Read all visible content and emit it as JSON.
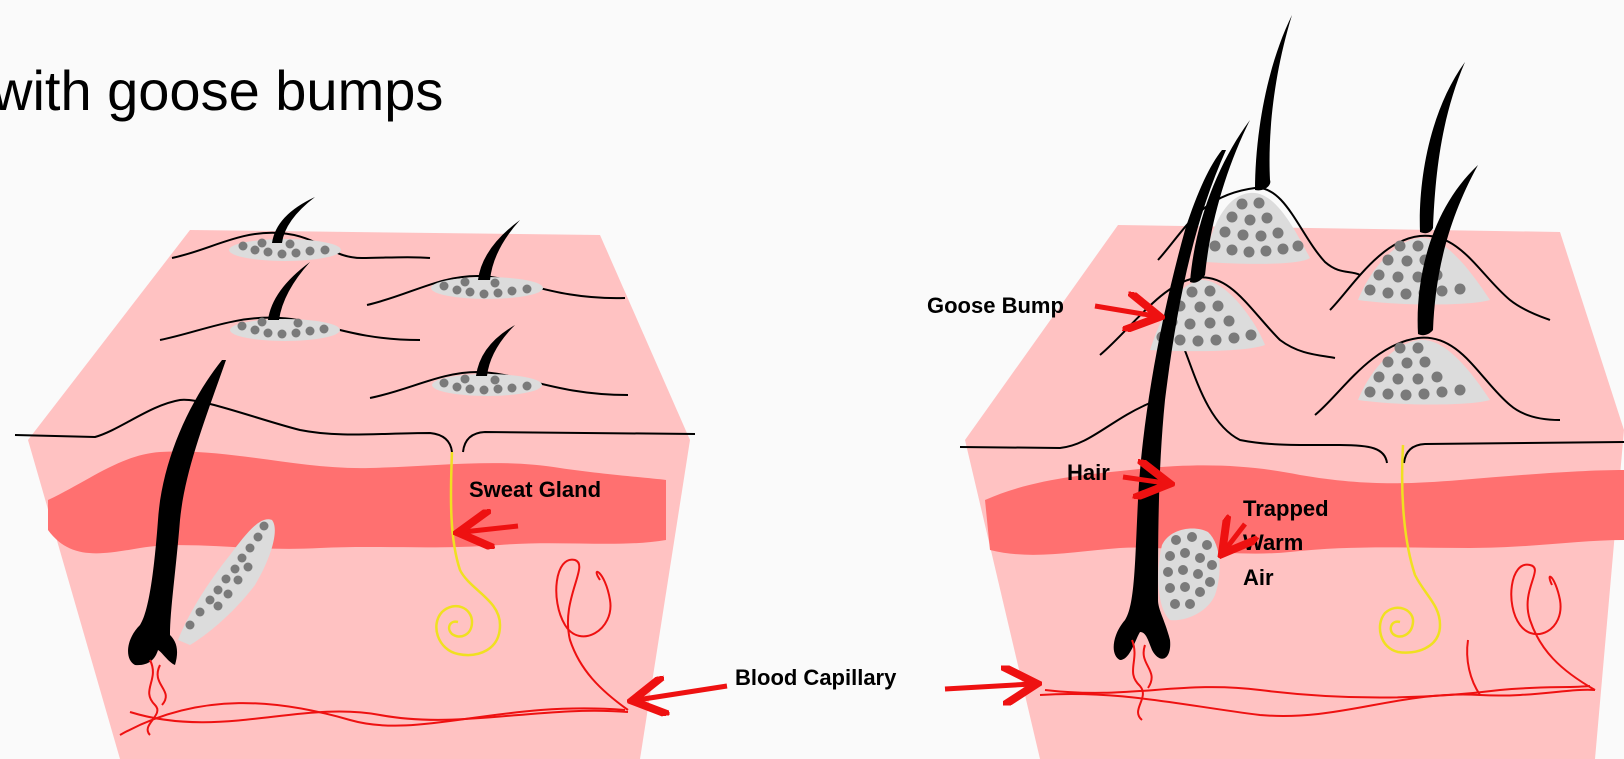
{
  "title": "with goose bumps",
  "labels": {
    "sweat_gland": "Sweat Gland",
    "blood_capillary": "Blood Capillary",
    "goose_bump": "Goose Bump",
    "hair": "Hair",
    "trapped_1": "Trapped",
    "trapped_2": "Warm",
    "trapped_3": "Air"
  },
  "colors": {
    "skin": "#ffc2c2",
    "dermis_band": "#ff7070",
    "capillary": "#ee1111",
    "sweat_gland": "#f0e020",
    "hair": "#000000",
    "bump_fill": "#dcdcdc",
    "bump_dots": "#7a7a7a",
    "arrow": "#ee1111"
  }
}
